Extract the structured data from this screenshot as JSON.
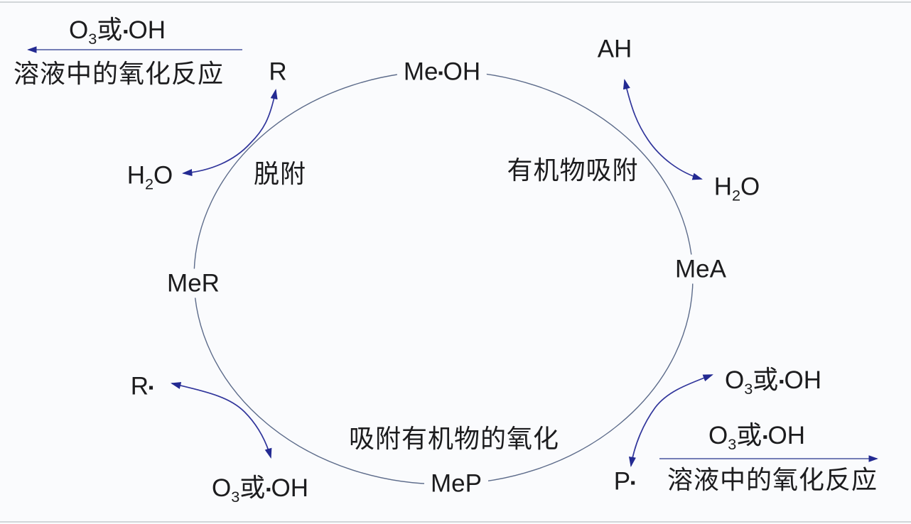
{
  "colors": {
    "background": "#fafbfd",
    "arc": "#5c6b8a",
    "arrow": "#30359b",
    "arrowhead": "#232a92",
    "straight_arrow": "#47549f",
    "text": "#1c1c1e",
    "edge_line": "#d2d6d9"
  },
  "cycle": {
    "nodes": {
      "top": {
        "pre": "Me",
        "dot": "▪",
        "post": "OH"
      },
      "right": {
        "text": "MeA"
      },
      "bottom": {
        "text": "MeP"
      },
      "left": {
        "text": "MeR"
      }
    },
    "process_labels": {
      "desorption": "脱附",
      "adsorption": "有机物吸附",
      "adsorbed_oxidation": "吸附有机物的氧化"
    },
    "species": {
      "r_product": {
        "text": "R"
      },
      "ah_reactant": {
        "text": "AH"
      },
      "h2o_left": {
        "pre": "H",
        "sub": "2",
        "post": "O"
      },
      "h2o_right": {
        "pre": "H",
        "sub": "2",
        "post": "O"
      },
      "r_radical": {
        "pre": "R",
        "dot": "▪"
      },
      "p_radical": {
        "pre": "P",
        "dot": "▪"
      },
      "oxidant_left": {
        "pre": "O",
        "sub": "3",
        "mid": "或",
        "dot": "▪",
        "post": "OH"
      },
      "oxidant_right": {
        "pre": "O",
        "sub": "3",
        "mid": "或",
        "dot": "▪",
        "post": "OH"
      }
    },
    "solution_reaction_left": {
      "reagent": {
        "pre": "O",
        "sub": "3",
        "mid": "或",
        "dot": "▪",
        "post": "OH"
      },
      "caption": "溶液中的氧化反应"
    },
    "solution_reaction_right": {
      "reagent": {
        "pre": "O",
        "sub": "3",
        "mid": "或",
        "dot": "▪",
        "post": "OH"
      },
      "caption": "溶液中的氧化反应"
    }
  }
}
